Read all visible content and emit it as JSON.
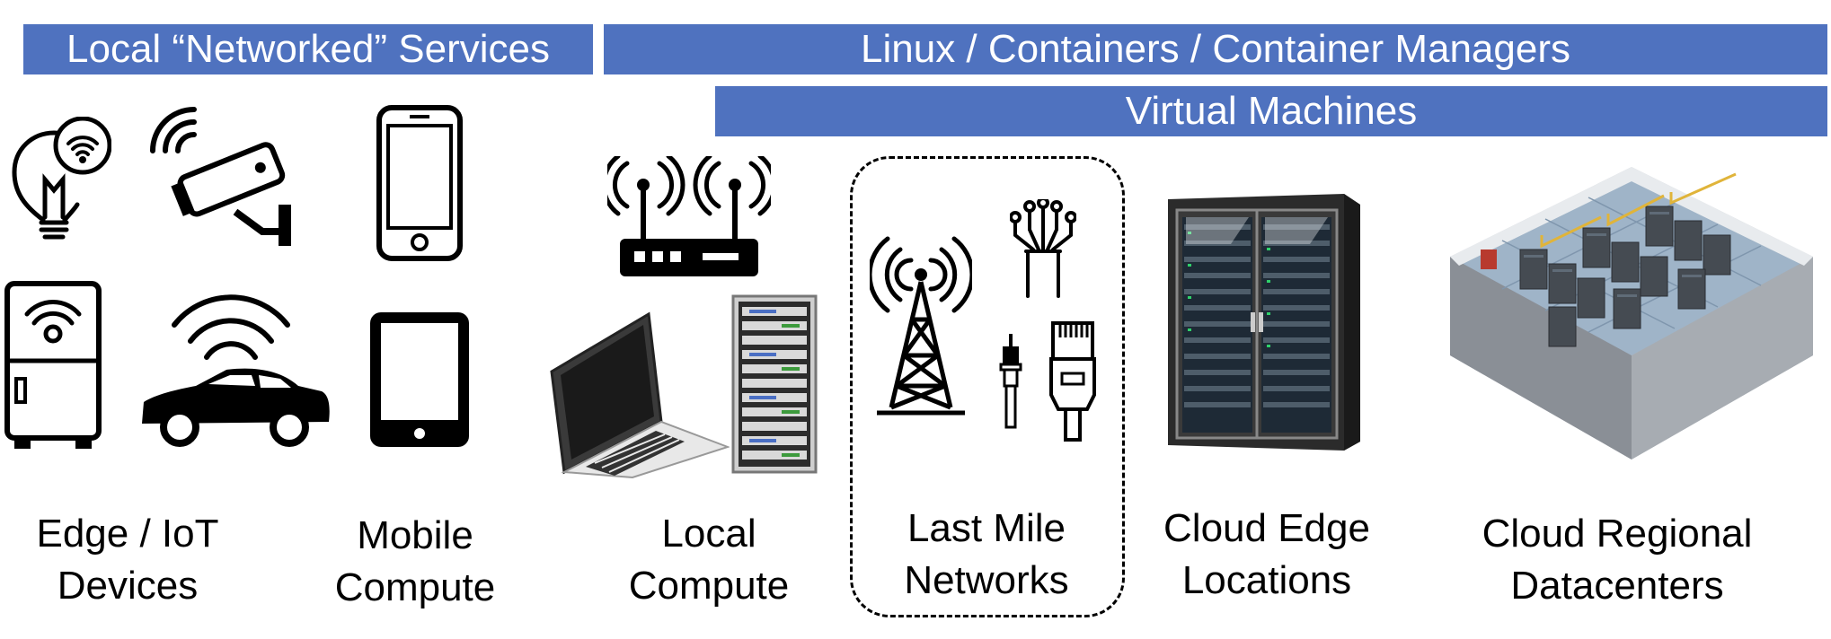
{
  "colors": {
    "band": "#4f72bf",
    "band_text": "#ffffff",
    "ink": "#000000"
  },
  "bands": {
    "local_services": "Local “Networked” Services",
    "containers": "Linux / Containers / Container Managers",
    "virtual_machines": "Virtual Machines"
  },
  "tiers": {
    "edge_iot": {
      "line1": "Edge / IoT",
      "line2": "Devices"
    },
    "mobile": {
      "line1": "Mobile",
      "line2": "Compute"
    },
    "local": {
      "line1": "Local",
      "line2": "Compute"
    },
    "last_mile": {
      "line1": "Last Mile",
      "line2": "Networks"
    },
    "cloud_edge": {
      "line1": "Cloud Edge",
      "line2": "Locations"
    },
    "cloud_regional": {
      "line1": "Cloud Regional",
      "line2": "Datacenters"
    }
  },
  "icons": [
    "smart-bulb-icon",
    "security-camera-icon",
    "smart-fridge-icon",
    "connected-car-icon",
    "smartphone-icon",
    "tablet-icon",
    "wifi-router-icon",
    "laptop-icon",
    "server-rack-icon",
    "cell-tower-icon",
    "fiber-icon",
    "coax-connector-icon",
    "ethernet-plug-icon",
    "cloud-edge-rack-icon",
    "datacenter-icon"
  ]
}
